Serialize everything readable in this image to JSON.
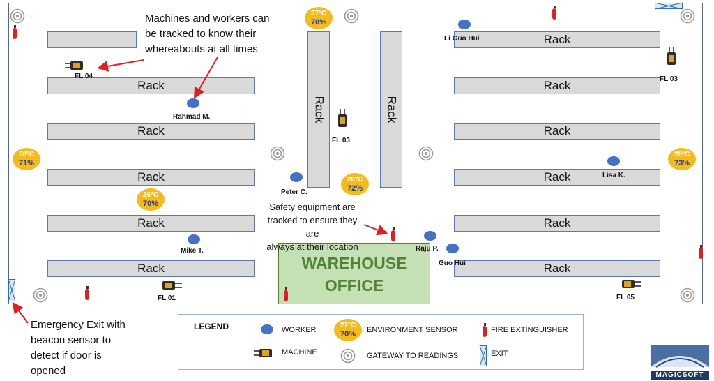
{
  "annotations": {
    "tracking": [
      "Machines and workers can",
      "be tracked to know their",
      "whereabouts at all times"
    ],
    "safety": [
      "Safety equipment are",
      "tracked to ensure they are",
      "always at their location"
    ],
    "exit": [
      "Emergency Exit with",
      "beacon sensor to",
      "detect if door is",
      "opened"
    ]
  },
  "rack_label": "Rack",
  "office": {
    "line1": "WAREHOUSE",
    "line2": "OFFICE"
  },
  "workers": [
    "Li Guo Hui",
    "Rahmad M.",
    "Peter C.",
    "Lisa K.",
    "Mike T.",
    "Raju P.",
    "Guo Hui"
  ],
  "machines": [
    "FL 04",
    "FL 03",
    "FL 03",
    "FL 01",
    "FL 05"
  ],
  "sensors": [
    {
      "temp": "27°C",
      "humidity": "70%"
    },
    {
      "temp": "28°C",
      "humidity": "71%"
    },
    {
      "temp": "26°C",
      "humidity": "72%"
    },
    {
      "temp": "28°C",
      "humidity": "73%"
    },
    {
      "temp": "26°C",
      "humidity": "70%"
    }
  ],
  "legend": {
    "title": "LEGEND",
    "worker": "WORKER",
    "machine": "MACHINE",
    "environment_sensor": "ENVIRONMENT SENSOR",
    "gateway": "GATEWAY TO READINGS",
    "fire_extinguisher": "FIRE EXTINGUISHER",
    "exit": "EXIT",
    "sample_temp": "27°C",
    "sample_humidity": "70%"
  },
  "logo_text": "MAGICSOFT",
  "colors": {
    "worker": "#4472c4",
    "sensor": "#f5bb1c",
    "office": "#c5e0b4",
    "rack": "#d9d9d9",
    "extinguisher": "#e02020",
    "arrow": "#e02020"
  }
}
